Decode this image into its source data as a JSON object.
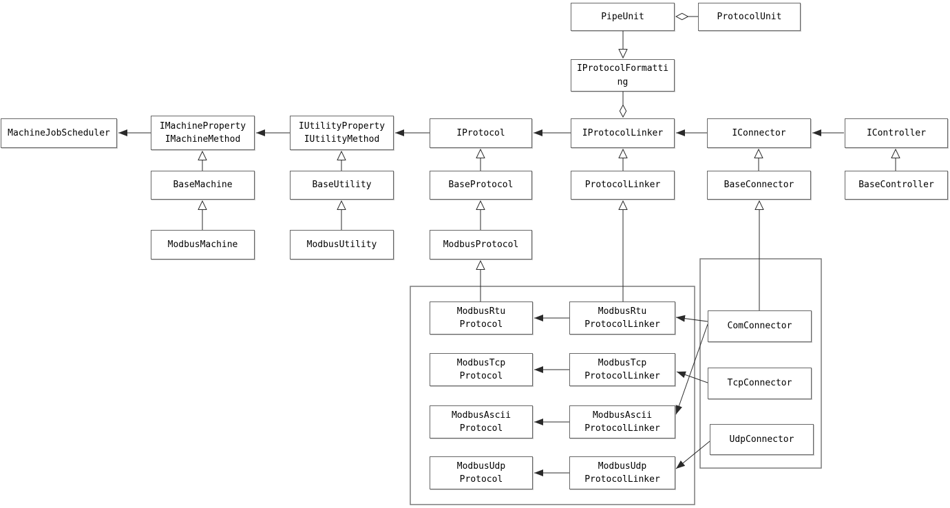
{
  "diagram": {
    "type": "uml-class-diagram",
    "colors": {
      "background": "#ffffff",
      "box_border": "#666666",
      "frame_border": "#7a7a7a",
      "line": "#2a2a2a",
      "text": "#000000"
    },
    "nodes": {
      "pipe_unit": {
        "label": "PipeUnit"
      },
      "protocol_unit": {
        "label": "ProtocolUnit"
      },
      "iprotocol_formatting": {
        "label": "IProtocolFormatti\nng"
      },
      "machine_job_scheduler": {
        "label": "MachineJobScheduler"
      },
      "imachine": {
        "label": "IMachineProperty\nIMachineMethod"
      },
      "iutility": {
        "label": "IUtilityProperty\nIUtilityMethod"
      },
      "iprotocol": {
        "label": "IProtocol"
      },
      "iprotocol_linker": {
        "label": "IProtocolLinker"
      },
      "iconnector": {
        "label": "IConnector"
      },
      "icontroller": {
        "label": "IController"
      },
      "base_machine": {
        "label": "BaseMachine"
      },
      "base_utility": {
        "label": "BaseUtility"
      },
      "base_protocol": {
        "label": "BaseProtocol"
      },
      "protocol_linker": {
        "label": "ProtocolLinker"
      },
      "base_connector": {
        "label": "BaseConnector"
      },
      "base_controller": {
        "label": "BaseController"
      },
      "modbus_machine": {
        "label": "ModbusMachine"
      },
      "modbus_utility": {
        "label": "ModbusUtility"
      },
      "modbus_protocol": {
        "label": "ModbusProtocol"
      },
      "modbus_rtu_protocol": {
        "label": "ModbusRtu\nProtocol"
      },
      "modbus_tcp_protocol": {
        "label": "ModbusTcp\nProtocol"
      },
      "modbus_ascii_protocol": {
        "label": "ModbusAscii\nProtocol"
      },
      "modbus_udp_protocol": {
        "label": "ModbusUdp\nProtocol"
      },
      "modbus_rtu_protocol_linker": {
        "label": "ModbusRtu\nProtocolLinker"
      },
      "modbus_tcp_protocol_linker": {
        "label": "ModbusTcp\nProtocolLinker"
      },
      "modbus_ascii_protocol_linker": {
        "label": "ModbusAscii\nProtocolLinker"
      },
      "modbus_udp_protocol_linker": {
        "label": "ModbusUdp\nProtocolLinker"
      },
      "com_connector": {
        "label": "ComConnector"
      },
      "tcp_connector": {
        "label": "TcpConnector"
      },
      "udp_connector": {
        "label": "UdpConnector"
      }
    },
    "relationships": [
      {
        "from": "PipeUnit",
        "to": "ProtocolUnit",
        "type": "aggregation"
      },
      {
        "from": "PipeUnit",
        "to": "IProtocolFormatting",
        "type": "realization"
      },
      {
        "from": "IProtocolFormatting",
        "to": "IProtocolLinker",
        "type": "aggregation"
      },
      {
        "from": "IMachineProperty/IMachineMethod",
        "to": "MachineJobScheduler",
        "type": "association"
      },
      {
        "from": "IUtilityProperty/IUtilityMethod",
        "to": "IMachineProperty/IMachineMethod",
        "type": "association"
      },
      {
        "from": "IProtocol",
        "to": "IUtilityProperty/IUtilityMethod",
        "type": "association"
      },
      {
        "from": "IProtocolLinker",
        "to": "IProtocol",
        "type": "association"
      },
      {
        "from": "IConnector",
        "to": "IProtocolLinker",
        "type": "association"
      },
      {
        "from": "IController",
        "to": "IConnector",
        "type": "association"
      },
      {
        "from": "BaseMachine",
        "to": "IMachineProperty/IMachineMethod",
        "type": "generalization"
      },
      {
        "from": "BaseUtility",
        "to": "IUtilityProperty/IUtilityMethod",
        "type": "generalization"
      },
      {
        "from": "BaseProtocol",
        "to": "IProtocol",
        "type": "generalization"
      },
      {
        "from": "ProtocolLinker",
        "to": "IProtocolLinker",
        "type": "generalization"
      },
      {
        "from": "BaseConnector",
        "to": "IConnector",
        "type": "generalization"
      },
      {
        "from": "BaseController",
        "to": "IController",
        "type": "generalization"
      },
      {
        "from": "ModbusMachine",
        "to": "BaseMachine",
        "type": "generalization"
      },
      {
        "from": "ModbusUtility",
        "to": "BaseUtility",
        "type": "generalization"
      },
      {
        "from": "ModbusProtocol",
        "to": "BaseProtocol",
        "type": "generalization"
      },
      {
        "from": "ModbusRtuProtocol",
        "to": "ModbusProtocol",
        "type": "generalization"
      },
      {
        "from": "ModbusRtuProtocolLinker",
        "to": "ProtocolLinker",
        "type": "generalization"
      },
      {
        "from": "ComConnector",
        "to": "BaseConnector",
        "type": "generalization"
      },
      {
        "from": "ModbusRtuProtocolLinker",
        "to": "ModbusRtuProtocol",
        "type": "association"
      },
      {
        "from": "ModbusTcpProtocolLinker",
        "to": "ModbusTcpProtocol",
        "type": "association"
      },
      {
        "from": "ModbusAsciiProtocolLinker",
        "to": "ModbusAsciiProtocol",
        "type": "association"
      },
      {
        "from": "ModbusUdpProtocolLinker",
        "to": "ModbusUdpProtocol",
        "type": "association"
      },
      {
        "from": "ComConnector",
        "to": "ModbusRtuProtocolLinker",
        "type": "association"
      },
      {
        "from": "ComConnector",
        "to": "ModbusAsciiProtocolLinker",
        "type": "association"
      },
      {
        "from": "TcpConnector",
        "to": "ModbusTcpProtocolLinker",
        "type": "association"
      },
      {
        "from": "UdpConnector",
        "to": "ModbusUdpProtocolLinker",
        "type": "association"
      }
    ]
  }
}
